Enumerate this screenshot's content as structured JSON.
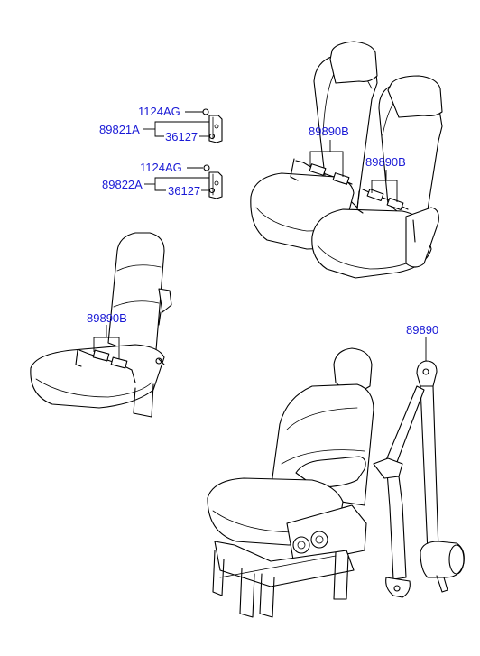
{
  "labels": {
    "bolt_a": "1124AG",
    "bracket_a": "89821A",
    "nut_a": "36127",
    "bolt_b": "1124AG",
    "bracket_b": "89822A",
    "nut_b": "36127",
    "rear_buckle_left": "89890B",
    "rear_buckle_right": "89890B",
    "jump_seat_buckle": "89890B",
    "front_belt": "89890"
  },
  "colors": {
    "label": "#1a1ad6",
    "line": "#000000"
  }
}
